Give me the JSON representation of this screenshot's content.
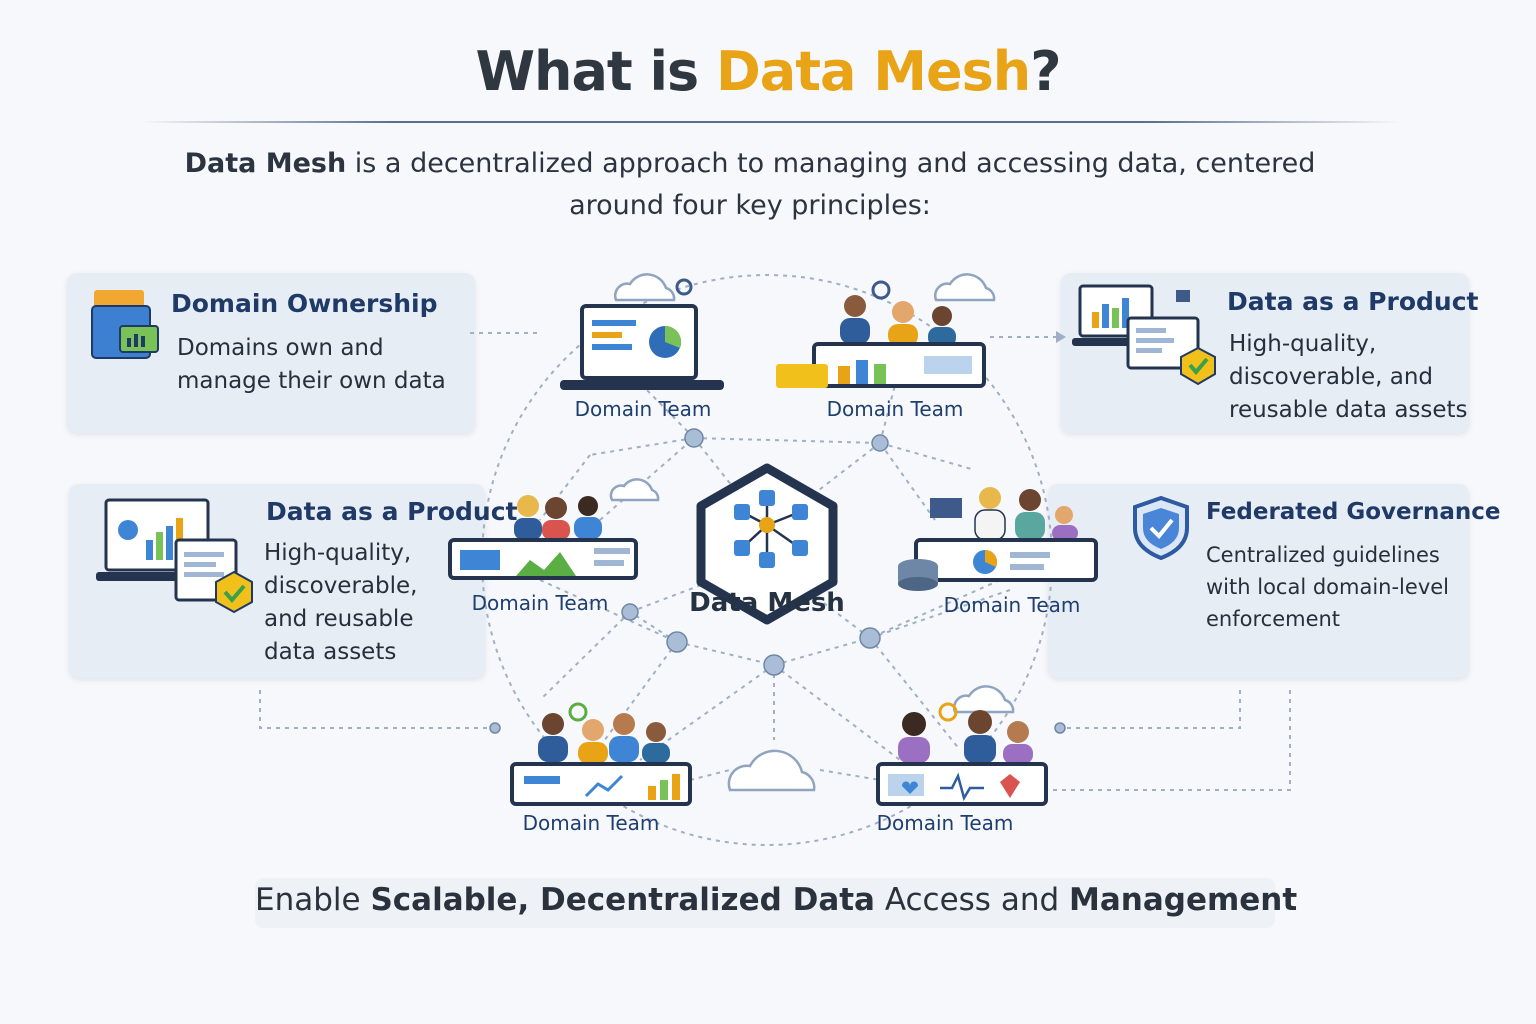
{
  "title": {
    "prefix": "What is ",
    "highlight": "Data Mesh",
    "suffix": "?"
  },
  "intro": {
    "bold": "Data Mesh",
    "rest": " is a decentralized approach to managing and accessing data, centered around four key principles:"
  },
  "principles": {
    "domain_ownership": {
      "title": "Domain Ownership",
      "desc_line1": "Domains own and",
      "desc_line2": "manage their own data"
    },
    "data_product_right": {
      "title": "Data as a Product",
      "desc_line1": "High-quality,",
      "desc_line2": "discoverable, and",
      "desc_line3": "reusable data assets"
    },
    "data_product_left": {
      "title": "Data as a Product",
      "desc_line1": "High-quality,",
      "desc_line2": "discoverable,",
      "desc_line3": "and reusable",
      "desc_line4": "data assets"
    },
    "federated_governance": {
      "title": "Federated Governance",
      "desc_line1": "Centralized guidelines",
      "desc_line2": "with local domain-level",
      "desc_line3": "enforcement"
    }
  },
  "hub": {
    "label": "Data Mesh"
  },
  "teams": {
    "top_left": "Domain Team",
    "top_right": "Domain Team",
    "mid_left": "Domain Team",
    "mid_right": "Domain Team",
    "bottom_left": "Domain Team",
    "bottom_right": "Domain Team"
  },
  "footer": {
    "w1": "Enable ",
    "w2": "Scalable, Decentralized Data",
    "w3": " Access and ",
    "w4": "Management"
  },
  "colors": {
    "accent": "#e8a317",
    "navy": "#1f3a66",
    "hub_border": "#24344f",
    "card_bg": "#e7edf4",
    "check_green": "#3aa14a",
    "shield_blue": "#2d5aa0"
  }
}
